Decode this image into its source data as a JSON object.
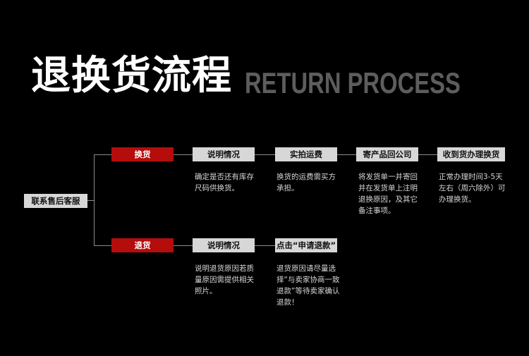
{
  "title": {
    "cn": "退换货流程",
    "en": "RETURN PROCESS"
  },
  "start": {
    "label": "联系售后客服"
  },
  "exchange": {
    "label": "换货",
    "steps": [
      {
        "label": "说明情况",
        "desc": "确定是否还有库存尺码供换货。"
      },
      {
        "label": "实拍运费",
        "desc": "换货的运费需买方承担。"
      },
      {
        "label": "寄产品回公司",
        "desc": "将发货单一并寄回并在发货单上注明退换原因，及其它备注事项。"
      },
      {
        "label": "收到货办理换货",
        "desc": "正常办理时间3-5天左右（周六除外）可办理换货。"
      }
    ]
  },
  "return": {
    "label": "退货",
    "steps": [
      {
        "label": "说明情况",
        "desc": "说明退货原因若质量原因需提供相关照片。"
      },
      {
        "label": "点击“申请退款”",
        "desc": "退货原因请尽量选择“与卖家协商一致退款”等待卖家确认退款！"
      }
    ]
  },
  "colors": {
    "accent_red": "#b50c0c",
    "step_grey": "#d7d7d7",
    "connector": "#8c8c8c",
    "title_en": "#5d5d5d"
  }
}
